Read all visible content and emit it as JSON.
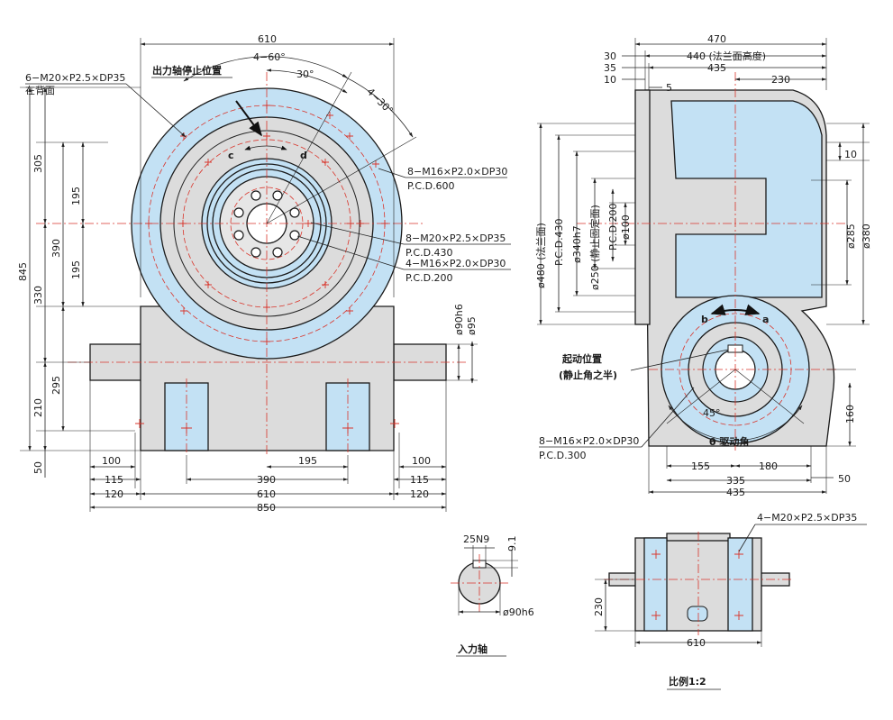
{
  "front": {
    "width_top": "610",
    "angle_4x60": "4−60°",
    "angle_30": "30°",
    "angle_4x30": "4−30°",
    "output_stop_label": "出力轴停止位置",
    "hole_6m20": "6−M20×P2.5×DP35",
    "hole_back": "在背面",
    "letter_c": "c",
    "letter_d": "d",
    "note1_a": "8−M16×P2.0×DP30",
    "note1_b": "P.C.D.600",
    "note2_a": "8−M20×P2.5×DP35",
    "note2_b": "P.C.D.430",
    "note3_a": "4−M16×P2.0×DP30",
    "note3_b": "P.C.D.200",
    "shaft_d1": "ø90h6",
    "shaft_d2": "ø95",
    "v_845": "845",
    "v_305": "305",
    "v_195a": "195",
    "v_195b": "195",
    "v_390": "390",
    "v_330": "330",
    "v_295": "295",
    "v_210": "210",
    "v_50": "50",
    "b_100L": "100",
    "b_115L": "115",
    "b_120L": "120",
    "b_195": "195",
    "b_390": "390",
    "b_610": "610",
    "b_850": "850",
    "b_100R": "100",
    "b_115R": "115",
    "b_120R": "120"
  },
  "side": {
    "t_470": "470",
    "t_440": "440 (法兰面高度)",
    "t_435": "435",
    "t_230": "230",
    "l_30": "30",
    "l_35": "35",
    "l_10": "10",
    "l_5": "5",
    "r_10": "10",
    "r_285": "ø285",
    "r_380": "ø380",
    "v_480": "ø480 (法兰面)",
    "v_430": "P.C.D.430",
    "v_340": "ø340h7",
    "v_250": "ø250 (静止固定面)",
    "v_200": "P.C.D.200",
    "v_100": "ø100",
    "letter_a": "a",
    "letter_b": "b",
    "start_1": "起动位置",
    "start_2": "(静止角之半)",
    "angle_45": "45°",
    "drive_angle": "θ 驱动角",
    "hole_a": "8−M16×P2.0×DP30",
    "hole_b": "P.C.D.300",
    "v_160": "160",
    "b_155": "155",
    "b_180": "180",
    "b_50": "50",
    "b_335": "335",
    "b_435": "435"
  },
  "shaft": {
    "key_w": "25N9",
    "key_d": "9.1",
    "dia": "ø90h6",
    "caption": "入力轴"
  },
  "bottom": {
    "hole": "4−M20×P2.5×DP35",
    "v_230": "230",
    "w_610": "610",
    "scale": "比例1:2"
  }
}
